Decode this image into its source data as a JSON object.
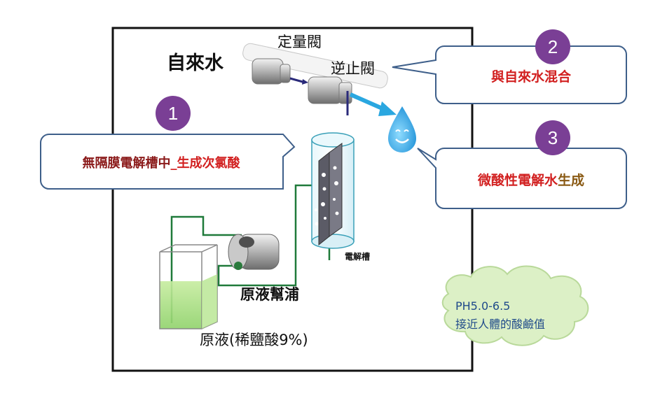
{
  "labels": {
    "tap_water": "自來水",
    "metering_valve": "定量閥",
    "check_valve": "逆止閥",
    "electrolysis_tank": "電解槽",
    "pump": "原液幫浦",
    "raw_solution": "原液(稀鹽酸9%)"
  },
  "callouts": [
    {
      "number": "1",
      "parts": [
        "無隔膜電解槽中",
        "_生成次氯酸"
      ]
    },
    {
      "number": "2",
      "text": "與自來水混合"
    },
    {
      "number": "3",
      "parts": [
        "微酸性電解水",
        "生成"
      ]
    }
  ],
  "cloud": {
    "line1": "PH5.0-6.5",
    "line2": "接近人體的酸鹼值"
  },
  "colors": {
    "number_badge": "#7a3f95",
    "callout_red": "#d22020",
    "callout_dark_red": "#8b1a1a",
    "callout_brown": "#8a5a14",
    "callout_border": "#3e5f8a",
    "pipe_green": "#1f7a3a",
    "flow_arrow": "#2aa7e0",
    "cloud_fill": "#dcf0c6",
    "cloud_text": "#1f4a8a",
    "liquid": "#9fdc74"
  }
}
